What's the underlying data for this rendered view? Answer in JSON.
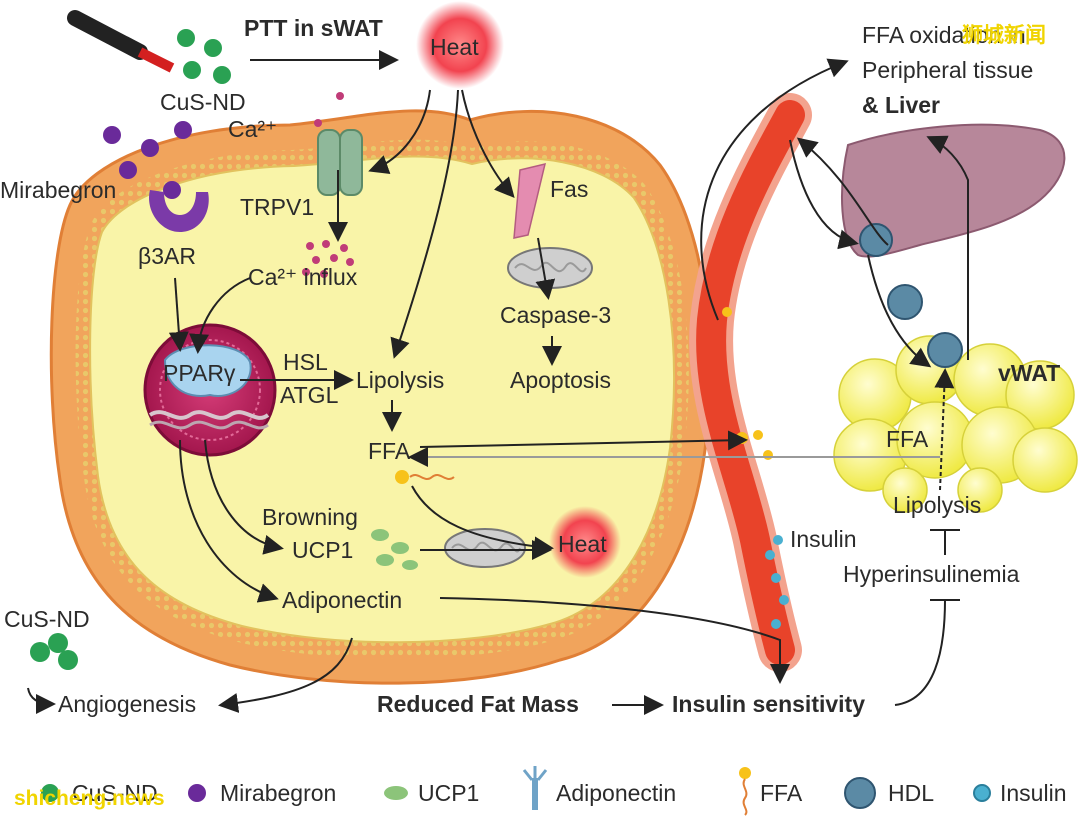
{
  "labels": {
    "ptt": "PTT in sWAT",
    "heat_top": "Heat",
    "cus_nd_top": "CuS-ND",
    "mirabegron": "Mirabegron",
    "b3ar": "β3AR",
    "ca2": "Ca²⁺",
    "trpv1": "TRPV1",
    "ca_influx": "Ca²⁺ influx",
    "fas": "Fas",
    "caspase3": "Caspase-3",
    "apoptosis": "Apoptosis",
    "ppar": "PPARγ",
    "hsl": "HSL",
    "atgl": "ATGL",
    "lipolysis_cell": "Lipolysis",
    "ffa_cell": "FFA",
    "browning": "Browning",
    "ucp1": "UCP1",
    "heat_cell": "Heat",
    "adiponectin": "Adiponectin",
    "cus_nd_left": "CuS-ND",
    "angiogenesis": "Angiogenesis",
    "reduced_fat_mass": "Reduced Fat Mass",
    "insulin_sensitivity": "Insulin sensitivity",
    "insulin": "Insulin",
    "hyperinsulinemia": "Hyperinsulinemia",
    "lipolysis_vwat": "Lipolysis",
    "ffa_vwat": "FFA",
    "vwat": "vWAT",
    "ffa_oxidation": "FFA oxidation in",
    "peripheral_tissue": "Peripheral tissue",
    "liver": "& Liver"
  },
  "legend": [
    {
      "label": "CuS-ND",
      "icon": "cus-nd-icon"
    },
    {
      "label": "Mirabegron",
      "icon": "mirabegron-icon"
    },
    {
      "label": "UCP1",
      "icon": "ucp1-icon"
    },
    {
      "label": "Adiponectin",
      "icon": "adiponectin-icon"
    },
    {
      "label": "FFA",
      "icon": "ffa-icon"
    },
    {
      "label": "HDL",
      "icon": "hdl-icon"
    },
    {
      "label": "Insulin",
      "icon": "insulin-icon"
    }
  ],
  "watermarks": {
    "top_right": "狮城新闻",
    "bottom_left": "shicheng.news"
  },
  "colors": {
    "membrane_outer": "#f1a45c",
    "cell_fill": "#f9f4a8",
    "vessel": "#e8432a",
    "nucleus": "#b0174f",
    "vwat": "#f5f23e",
    "liver": "#b7879a",
    "heat": "#f2434f"
  }
}
